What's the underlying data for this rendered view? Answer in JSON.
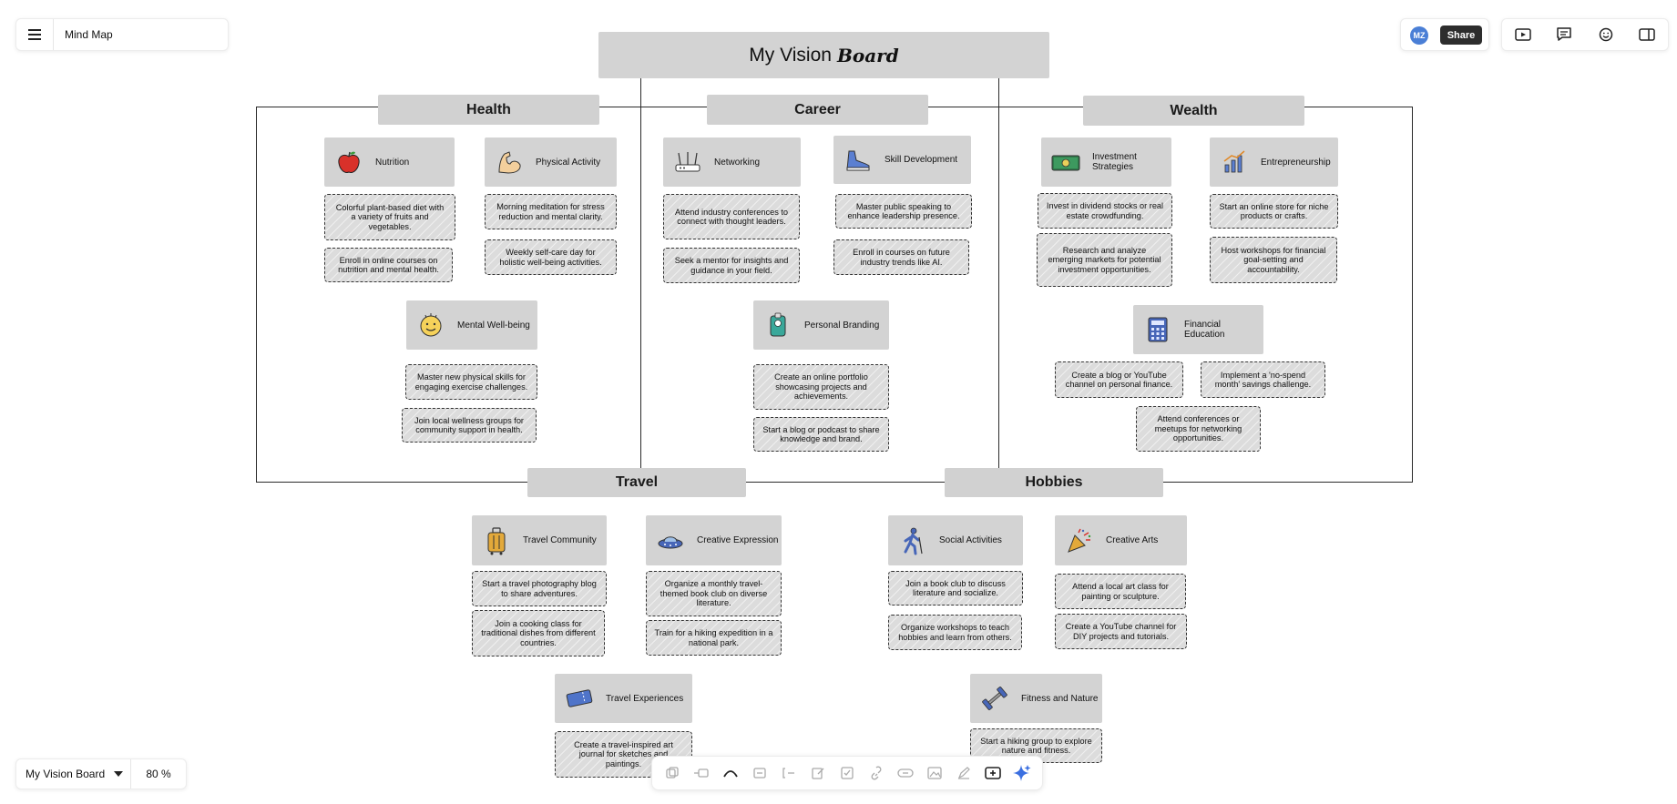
{
  "app": {
    "menu_label": "",
    "document_title": "Mind Map"
  },
  "collab": {
    "avatar_initials": "MZ",
    "share_label": "Share"
  },
  "footer": {
    "board_name": "My Vision Board",
    "zoom": "80 %"
  },
  "board": {
    "title_prefix": "My Vision",
    "title_emphasis": "Board",
    "categories": {
      "health": "Health",
      "career": "Career",
      "wealth": "Wealth",
      "travel": "Travel",
      "hobbies": "Hobbies"
    },
    "topics": {
      "nutrition": {
        "label": "Nutrition",
        "icon": "apple-icon"
      },
      "physical": {
        "label": "Physical Activity",
        "icon": "flexed-arm-icon"
      },
      "mental": {
        "label": "Mental Well-being",
        "icon": "smiley-icon"
      },
      "networking": {
        "label": "Networking",
        "icon": "router-icon"
      },
      "skill": {
        "label": "Skill Development",
        "icon": "shoe-icon"
      },
      "branding": {
        "label": "Personal Branding",
        "icon": "badge-icon"
      },
      "investment": {
        "label": "Investment Strategies",
        "icon": "money-icon"
      },
      "entrepreneurship": {
        "label": "Entrepreneurship",
        "icon": "chart-icon"
      },
      "education": {
        "label": "Financial Education",
        "icon": "calculator-icon"
      },
      "travel_community": {
        "label": "Travel Community",
        "icon": "luggage-icon"
      },
      "creative_expression": {
        "label": "Creative Expression",
        "icon": "ufo-icon"
      },
      "travel_experiences": {
        "label": "Travel Experiences",
        "icon": "ticket-icon"
      },
      "social": {
        "label": "Social Activities",
        "icon": "hiker-icon"
      },
      "creative_arts": {
        "label": "Creative Arts",
        "icon": "party-popper-icon"
      },
      "fitness": {
        "label": "Fitness and Nature",
        "icon": "dumbbell-icon"
      }
    },
    "notes": {
      "nutrition_1": "Colorful plant-based diet with a variety of fruits and vegetables.",
      "nutrition_2": "Enroll in online courses on nutrition and mental health.",
      "physical_1": "Morning meditation for stress reduction and mental clarity.",
      "physical_2": "Weekly self-care day for holistic well-being activities.",
      "mental_1": "Master new physical skills for engaging exercise challenges.",
      "mental_2": "Join local wellness groups for community support in health.",
      "networking_1": "Attend industry conferences to connect with thought leaders.",
      "networking_2": "Seek a mentor for insights and guidance in your field.",
      "skill_1": "Master public speaking to enhance leadership presence.",
      "skill_2": "Enroll in courses on future industry trends like AI.",
      "branding_1": "Create an online portfolio showcasing projects and achievements.",
      "branding_2": "Start a blog or podcast to share knowledge and brand.",
      "investment_1": "Invest in dividend stocks or real estate crowdfunding.",
      "investment_2": "Research and analyze emerging markets for potential investment opportunities.",
      "entre_1": "Start an online store for niche products or crafts.",
      "entre_2": "Host workshops for financial goal-setting and accountability.",
      "edu_1": "Create a blog or YouTube channel on personal finance.",
      "edu_2": "Implement a 'no-spend month' savings challenge.",
      "edu_3": "Attend conferences or meetups for networking opportunities.",
      "tc_1": "Start a travel photography blog to share adventures.",
      "tc_2": "Join a cooking class for traditional dishes from different countries.",
      "ce_1": "Organize a monthly travel-themed book club on diverse literature.",
      "ce_2": "Train for a hiking expedition in a national park.",
      "te_1": "Create a travel-inspired art journal for sketches and paintings.",
      "soc_1": "Join a book club to discuss literature and socialize.",
      "soc_2": "Organize workshops to teach hobbies and learn from others.",
      "arts_1": "Attend a local art class for painting or sculpture.",
      "arts_2": "Create a YouTube channel for DIY projects and tutorials.",
      "fit_1": "Start a hiking group to explore nature and fitness."
    }
  },
  "colors": {
    "accent_avatar": "#4a7fd6",
    "share_bg": "#2d2d2d",
    "box_fill": "#d3d3d3",
    "ai_star": "#3b6fe0"
  }
}
